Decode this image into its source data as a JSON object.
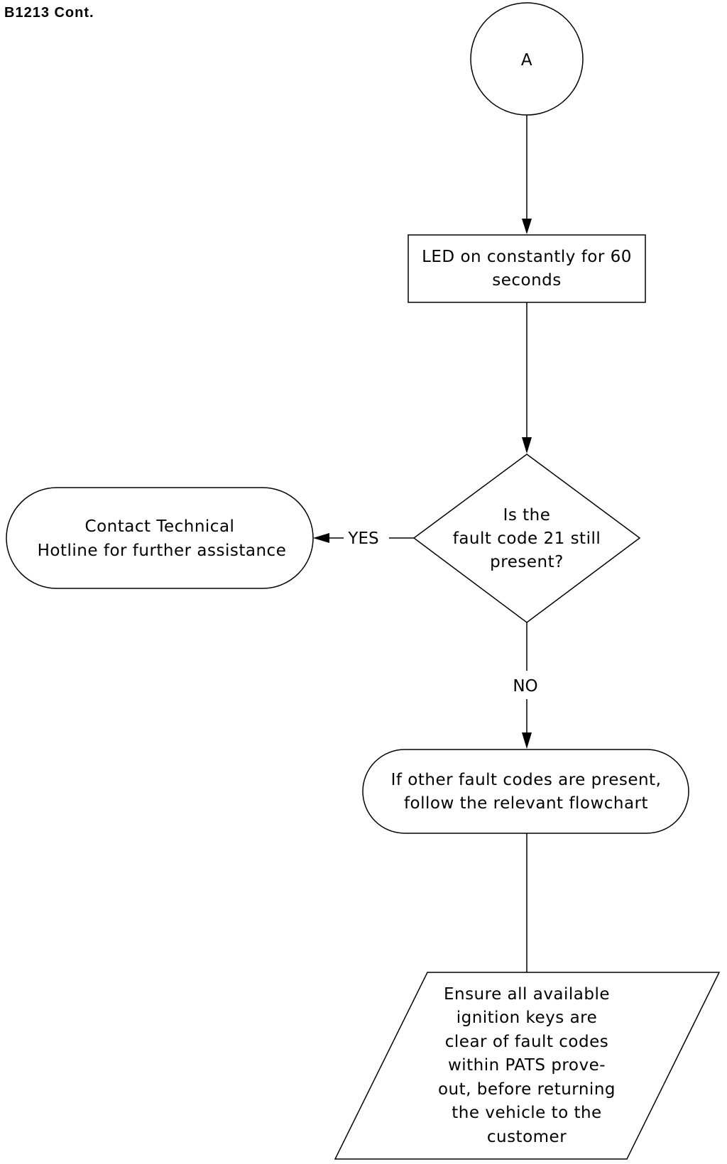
{
  "page": {
    "title": "B1213 Cont."
  },
  "nodes": {
    "connector_a": {
      "label": "A"
    },
    "led_box": {
      "lines": [
        "LED on constantly for 60",
        "seconds"
      ]
    },
    "decision": {
      "lines": [
        "Is the",
        "fault code 21 still",
        "present?"
      ]
    },
    "contact_terminal": {
      "lines": [
        "Contact Technical",
        "Hotline for further assistance"
      ]
    },
    "other_codes_terminal": {
      "lines": [
        "If other fault codes are present,",
        "follow the relevant flowchart"
      ]
    },
    "ensure_io": {
      "lines": [
        "Ensure all available",
        "ignition keys are",
        "clear of fault codes",
        "within PATS prove-",
        "out, before returning",
        "the vehicle to the",
        "customer"
      ]
    }
  },
  "edges": {
    "yes_label": "YES",
    "no_label": "NO"
  }
}
